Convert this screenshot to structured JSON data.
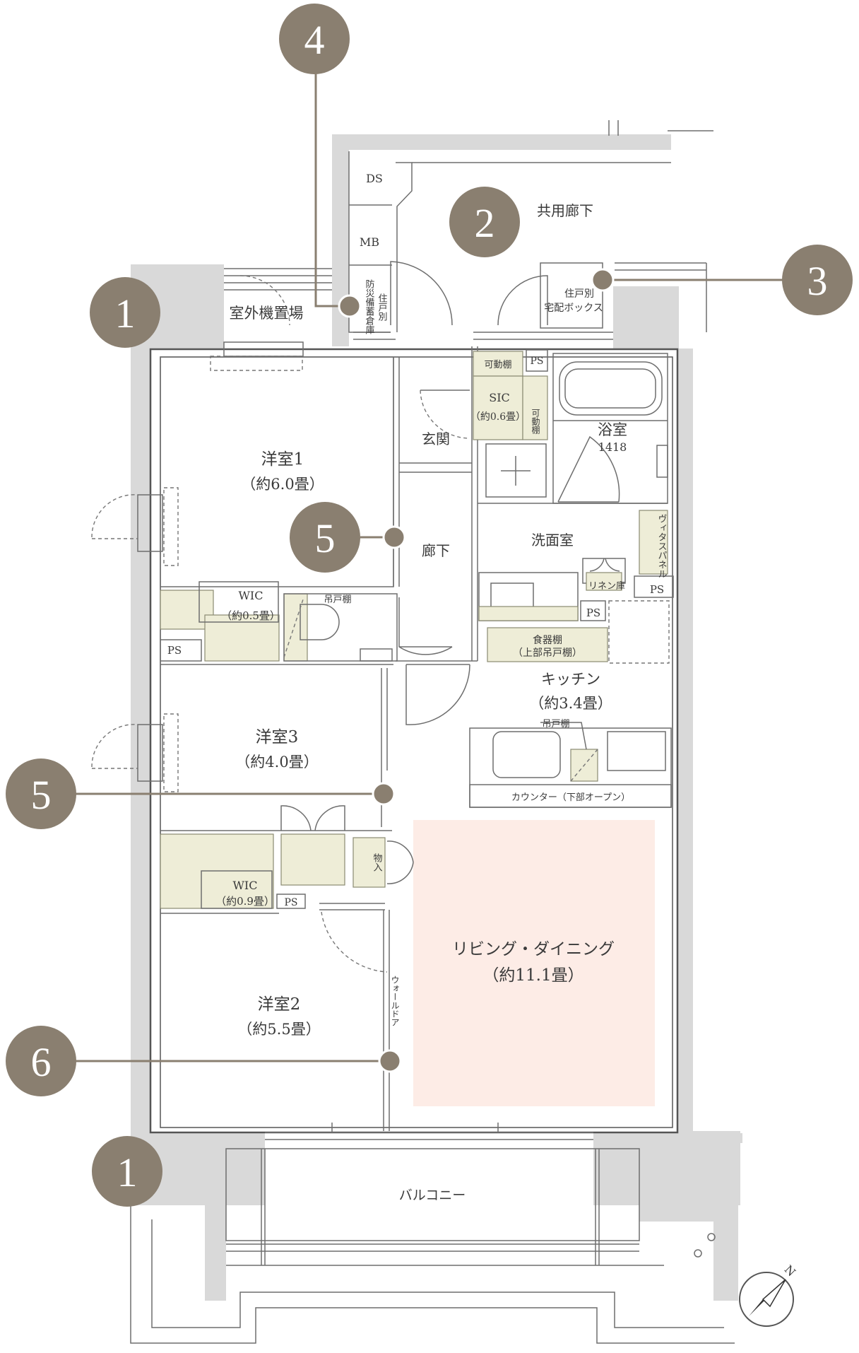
{
  "colors": {
    "marker": "#8a7f70",
    "wall": "#d9d9d9",
    "living_highlight": "#fdece6",
    "storage": "#eeedd7"
  },
  "markers": [
    {
      "id": "m1a",
      "label": "1"
    },
    {
      "id": "m1b",
      "label": "1"
    },
    {
      "id": "m2",
      "label": "2"
    },
    {
      "id": "m3",
      "label": "3"
    },
    {
      "id": "m4",
      "label": "4"
    },
    {
      "id": "m5a",
      "label": "5"
    },
    {
      "id": "m5b",
      "label": "5"
    },
    {
      "id": "m6",
      "label": "6"
    }
  ],
  "rooms": {
    "ds": "DS",
    "mb": "MB",
    "common_corridor": "共用廊下",
    "outdoor_unit": "室外機置場",
    "storage_fire": "防災備蓄倉庫",
    "storage_unit": "住戸別",
    "delivery_box_1": "住戸別",
    "delivery_box_2": "宅配ボックス",
    "ps": "PS",
    "movable_shelf": "可動棚",
    "movable_shelf_v": "可動棚",
    "sic": "SIC",
    "sic_size": "（約0.6畳）",
    "entrance": "玄関",
    "bath": "浴室",
    "bath_size": "1418",
    "western1": "洋室1",
    "western1_size": "（約6.0畳）",
    "hallway": "廊下",
    "washroom": "洗面室",
    "vitas_panel": "ヴィタスパネル",
    "linen": "リネン庫",
    "wic1": "WIC",
    "wic1_size": "（約0.5畳）",
    "hanging_shelf": "吊戸棚",
    "cupboard_1": "食器棚",
    "cupboard_2": "（上部吊戸棚）",
    "kitchen": "キッチン",
    "kitchen_size": "（約3.4畳）",
    "hanging_shelf_2": "吊戸棚",
    "counter": "カウンター（下部オープン）",
    "western3": "洋室3",
    "western3_size": "（約4.0畳）",
    "wic2": "WIC",
    "wic2_size": "（約0.9畳）",
    "closet": "物入",
    "living": "リビング・ダイニング",
    "living_size": "（約11.1畳）",
    "wall_door": "ウォールドア",
    "western2": "洋室2",
    "western2_size": "（約5.5畳）",
    "balcony": "バルコニー",
    "north": "N"
  }
}
